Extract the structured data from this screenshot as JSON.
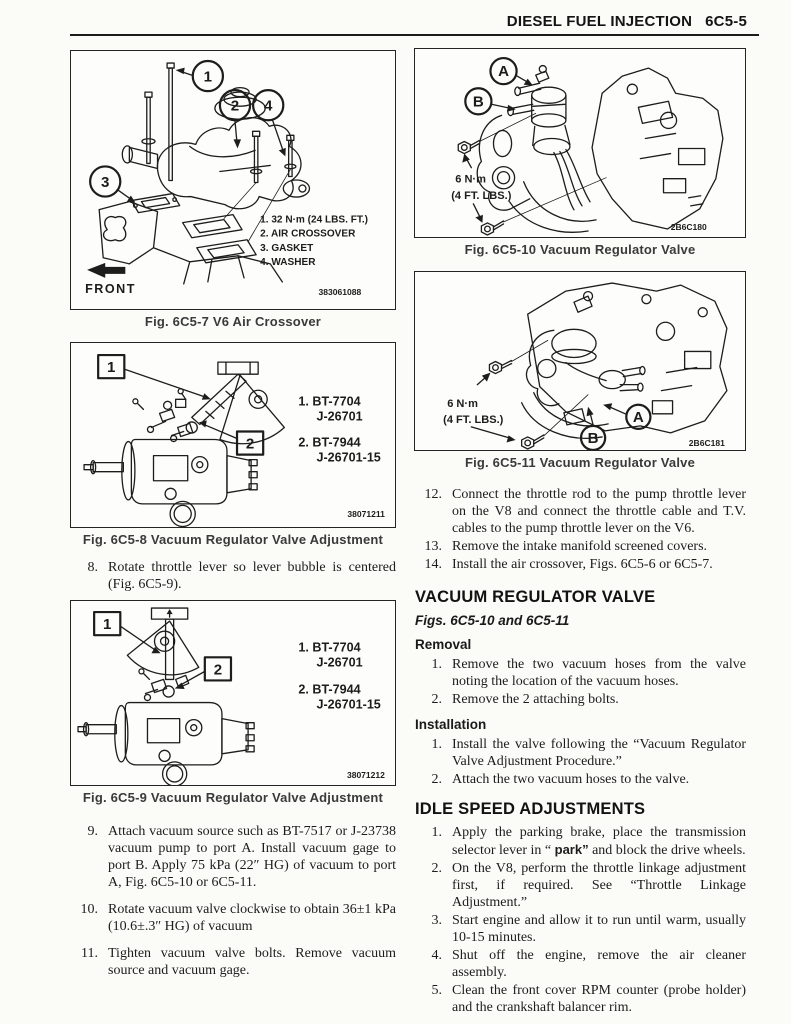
{
  "page": {
    "section_title": "DIESEL FUEL INJECTION",
    "page_number": "6C5-5"
  },
  "fig7": {
    "caption": "Fig. 6C5-7 V6 Air Crossover",
    "callout_1": "1",
    "callout_2": "2",
    "callout_3": "3",
    "callout_4": "4",
    "legend_1": "1. 32 N·m (24 LBS. FT.)",
    "legend_2": "2. AIR CROSSOVER",
    "legend_3": "3. GASKET",
    "legend_4": "4. WASHER",
    "front_label": "FRONT",
    "drawing_number": "383061088"
  },
  "fig8": {
    "caption": "Fig. 6C5-8 Vacuum Regulator Valve Adjustment",
    "callout_1": "1",
    "callout_2": "2",
    "legend_1a": "1.  BT-7704",
    "legend_1b": "J-26701",
    "legend_2a": "2.  BT-7944",
    "legend_2b": "J-26701-15",
    "drawing_number": "38071211"
  },
  "fig9": {
    "caption": "Fig. 6C5-9 Vacuum Regulator Valve Adjustment",
    "callout_1": "1",
    "callout_2": "2",
    "legend_1a": "1.  BT-7704",
    "legend_1b": "J-26701",
    "legend_2a": "2.  BT-7944",
    "legend_2b": "J-26701-15",
    "drawing_number": "38071212"
  },
  "fig10": {
    "caption": "Fig. 6C5-10 Vacuum Regulator Valve",
    "callout_a": "A",
    "callout_b": "B",
    "torque_1": "6 N·m",
    "torque_2": "(4 FT. LBS.)",
    "drawing_number": "2B6C180"
  },
  "fig11": {
    "caption": "Fig. 6C5-11 Vacuum Regulator Valve",
    "callout_a": "A",
    "callout_b": "B",
    "torque_1": "6 N·m",
    "torque_2": "(4 FT. LBS.)",
    "drawing_number": "2B6C181"
  },
  "steps_left": [
    {
      "num": "8.",
      "text": "Rotate throttle lever so lever bubble is centered (Fig. 6C5-9)."
    },
    {
      "num": "9.",
      "text": "Attach vacuum source such as BT-7517 or J-23738 vacuum pump to port A. Install vacuum gage to port B. Apply 75 kPa (22″ HG) of vacuum to port A, Fig. 6C5-10 or 6C5-11."
    },
    {
      "num": "10.",
      "text": "Rotate vacuum valve clockwise to obtain 36±1 kPa (10.6±.3″ HG) of vacuum"
    },
    {
      "num": "11.",
      "text": "Tighten vacuum valve bolts. Remove vacuum source and vacuum gage."
    }
  ],
  "steps_right": [
    {
      "num": "12.",
      "text": "Connect the throttle rod to the pump throttle lever on the V8 and connect the throttle cable and T.V. cables to the pump throttle lever on the V6."
    },
    {
      "num": "13.",
      "text": "Remove the intake manifold screened covers."
    },
    {
      "num": "14.",
      "text": "Install the air crossover, Figs. 6C5-6 or 6C5-7."
    }
  ],
  "vacuum_section": {
    "heading": "VACUUM REGULATOR VALVE",
    "figs_ref": "Figs. 6C5-10 and 6C5-11",
    "removal_heading": "Removal",
    "removal_steps": [
      {
        "num": "1.",
        "text": "Remove the two vacuum hoses from the valve noting the location of the vacuum hoses."
      },
      {
        "num": "2.",
        "text": "Remove the 2 attaching bolts."
      }
    ],
    "installation_heading": "Installation",
    "installation_steps": [
      {
        "num": "1.",
        "text": "Install the valve following the “Vacuum Regulator Valve Adjustment Procedure.”"
      },
      {
        "num": "2.",
        "text": "Attach the two vacuum hoses to the valve."
      }
    ]
  },
  "idle_section": {
    "heading": "IDLE SPEED ADJUSTMENTS",
    "step1": {
      "num": "1.",
      "pre": "Apply the parking brake, place the transmission selector lever in “ ",
      "bold": "park”",
      "post": " and block the drive wheels."
    },
    "steps": [
      {
        "num": "2.",
        "text": "On the V8, perform the throttle linkage adjustment first, if required. See “Throttle Linkage Adjustment.”"
      },
      {
        "num": "3.",
        "text": "Start engine and allow it to run until warm, usually 10-15 minutes."
      },
      {
        "num": "4.",
        "text": "Shut off the engine, remove the air cleaner assembly."
      },
      {
        "num": "5.",
        "text": "Clean the front cover RPM counter (probe holder) and the crankshaft balancer rim."
      }
    ]
  }
}
